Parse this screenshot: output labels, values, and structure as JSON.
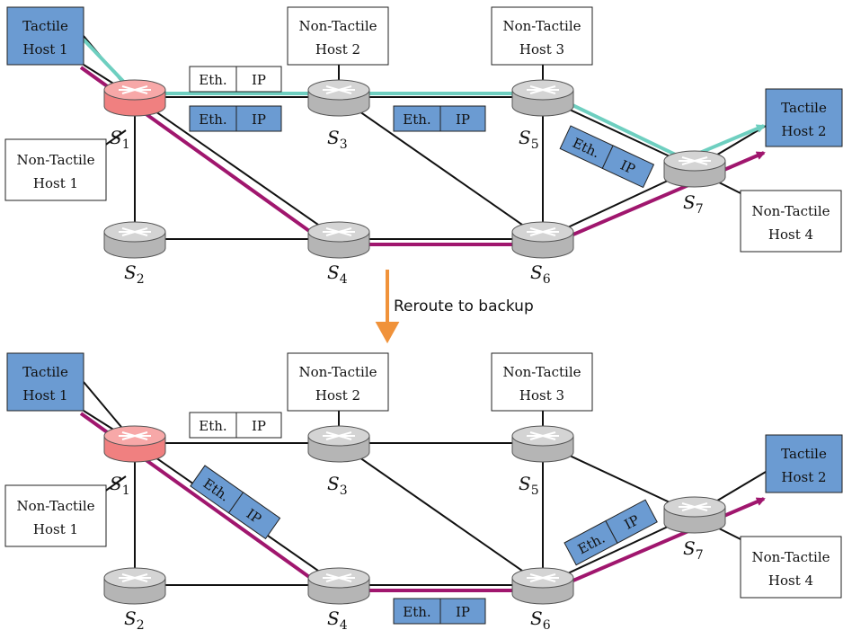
{
  "caption": "Reroute to backup",
  "colors": {
    "tactile_fill": "#6b9bd2",
    "router_fill": "#b5b5b5",
    "router_active_fill": "#f08080",
    "primary_path": "#6ecfc0",
    "backup_path": "#a0166e",
    "arrow": "#f0923a",
    "packet_fill": "#6b9bd2"
  },
  "packet": {
    "eth": "Eth.",
    "ip": "IP"
  },
  "switches": [
    {
      "id": "s1",
      "base": "S",
      "sub": "1"
    },
    {
      "id": "s2",
      "base": "S",
      "sub": "2"
    },
    {
      "id": "s3",
      "base": "S",
      "sub": "3"
    },
    {
      "id": "s4",
      "base": "S",
      "sub": "4"
    },
    {
      "id": "s5",
      "base": "S",
      "sub": "5"
    },
    {
      "id": "s6",
      "base": "S",
      "sub": "6"
    },
    {
      "id": "s7",
      "base": "S",
      "sub": "7"
    }
  ],
  "hosts": {
    "th1": {
      "l1": "Tactile",
      "l2": "Host 1"
    },
    "th2": {
      "l1": "Tactile",
      "l2": "Host 2"
    },
    "nth1": {
      "l1": "Non-Tactile",
      "l2": "Host 1"
    },
    "nth2": {
      "l1": "Non-Tactile",
      "l2": "Host 2"
    },
    "nth3": {
      "l1": "Non-Tactile",
      "l2": "Host 3"
    },
    "nth4": {
      "l1": "Non-Tactile",
      "l2": "Host 4"
    }
  }
}
